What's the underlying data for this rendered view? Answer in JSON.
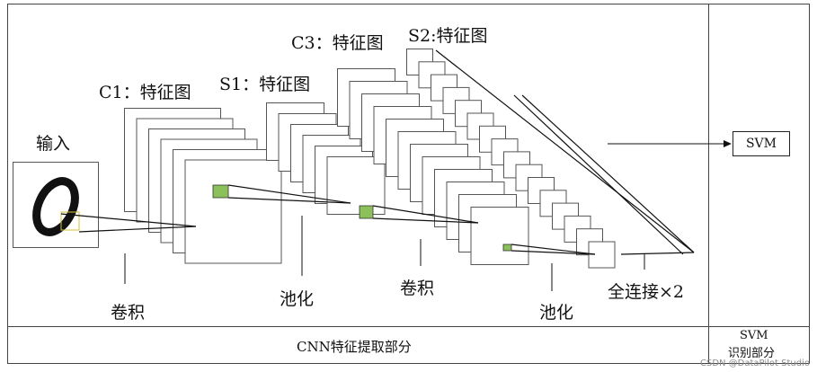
{
  "labels": {
    "input": "输入",
    "c1": "C1：特征图",
    "s1": "S1：特征图",
    "c3": "C3：特征图",
    "s2": "S2:特征图",
    "conv1": "卷积",
    "pool1": "池化",
    "conv2": "卷积",
    "pool2": "池化",
    "fc": "全连接×2",
    "svm": "SVM"
  },
  "footer": {
    "cnn_section": "CNN特征提取部分",
    "svm_section_line1": "SVM",
    "svm_section_line2": "识别部分"
  },
  "watermark": "CSDN @DataPilot Studio",
  "colors": {
    "highlight": "#8cc05a",
    "line": "#111111",
    "border": "#444444"
  }
}
